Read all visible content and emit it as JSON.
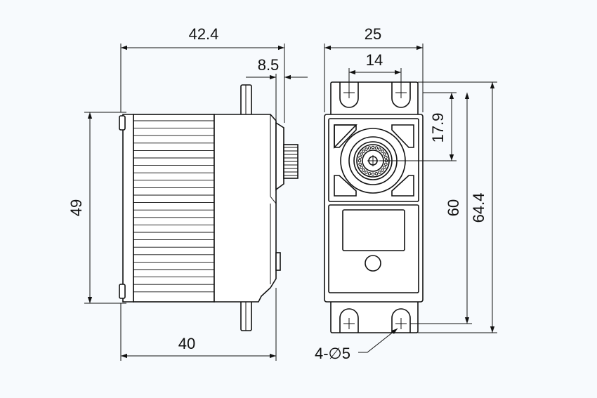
{
  "dimensions": {
    "side_length": "42.4",
    "shaft_offset": "8.5",
    "side_height": "49",
    "side_body_length": "40",
    "front_width": "25",
    "hole_spacing": "14",
    "shaft_position": "17.9",
    "body_height": "60",
    "total_height": "64.4",
    "mount_holes": "4-∅5"
  },
  "colors": {
    "background": "#f7fafd",
    "line": "#111111"
  }
}
